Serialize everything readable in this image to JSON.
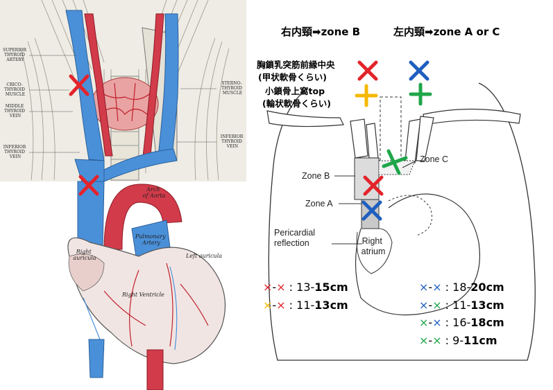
{
  "colors": {
    "red": "#e3242b",
    "blue": "#1f5fbf",
    "yellow": "#f5b800",
    "green": "#1fa64a",
    "vein": "#4a90d9",
    "artery": "#d23b4a"
  },
  "header": {
    "right_ij": "右内頸➡zone B",
    "left_ij": "左内頸➡zone A or C"
  },
  "landmarks": {
    "scm_line1": "胸鎖乳突筋前縁中央",
    "scm_line2": "(甲状軟骨くらい)",
    "fossa_line1": "小鎖骨上窩top",
    "fossa_line2": "(輪状軟骨くらい)"
  },
  "anatomy_labels": {
    "superior_thyroid_artery": [
      "SUPERIOR",
      "THYROID",
      "ARTERY"
    ],
    "crico_thyroid_muscle": [
      "CRICO-",
      "THYROID",
      "MUSCLE"
    ],
    "middle_thyroid_vein": [
      "MIDDLE",
      "THYROID",
      "VEIN"
    ],
    "inferior_thyroid_vein_left": [
      "INFERIOR",
      "THYROID",
      "VEIN"
    ],
    "sterno_thyroid_muscle": [
      "STERNO-",
      "THYROID",
      "MUSCLE"
    ],
    "inferior_thyroid_vein_right": [
      "INFERIOR",
      "THYROID",
      "VEIN"
    ],
    "arch_of_aorta": [
      "Arch",
      "of Aorta"
    ],
    "right_auricula": [
      "Right",
      "auricula"
    ],
    "left_auricula": "Left auricula",
    "right_ventricle": "Right Ventricle",
    "pulmonary_artery": [
      "Pulmonary",
      "Artery"
    ]
  },
  "diagram": {
    "zone_a": "Zone A",
    "zone_b": "Zone B",
    "zone_c": "Zone C",
    "pericardial": [
      "Pericardial",
      "reflection"
    ],
    "right_atrium": [
      "Right",
      "atrium"
    ]
  },
  "legend": {
    "cross": "×",
    "dash": "-",
    "sep": " : ",
    "items": [
      {
        "from": "red",
        "to": "red",
        "lo": "13",
        "range_sep": "-",
        "hi": "15cm"
      },
      {
        "from": "yellow",
        "to": "red",
        "lo": "11",
        "range_sep": "-",
        "hi": "13cm"
      },
      {
        "from": "blue",
        "to": "blue",
        "lo": "18",
        "range_sep": "-",
        "hi": "20cm"
      },
      {
        "from": "blue",
        "to": "green",
        "lo": "11",
        "range_sep": "-",
        "hi": "13cm"
      },
      {
        "from": "green",
        "to": "blue",
        "lo": "16",
        "range_sep": "-",
        "hi": "18cm"
      },
      {
        "from": "green",
        "to": "green",
        "lo": "9",
        "range_sep": "-",
        "hi": "11cm"
      }
    ]
  }
}
